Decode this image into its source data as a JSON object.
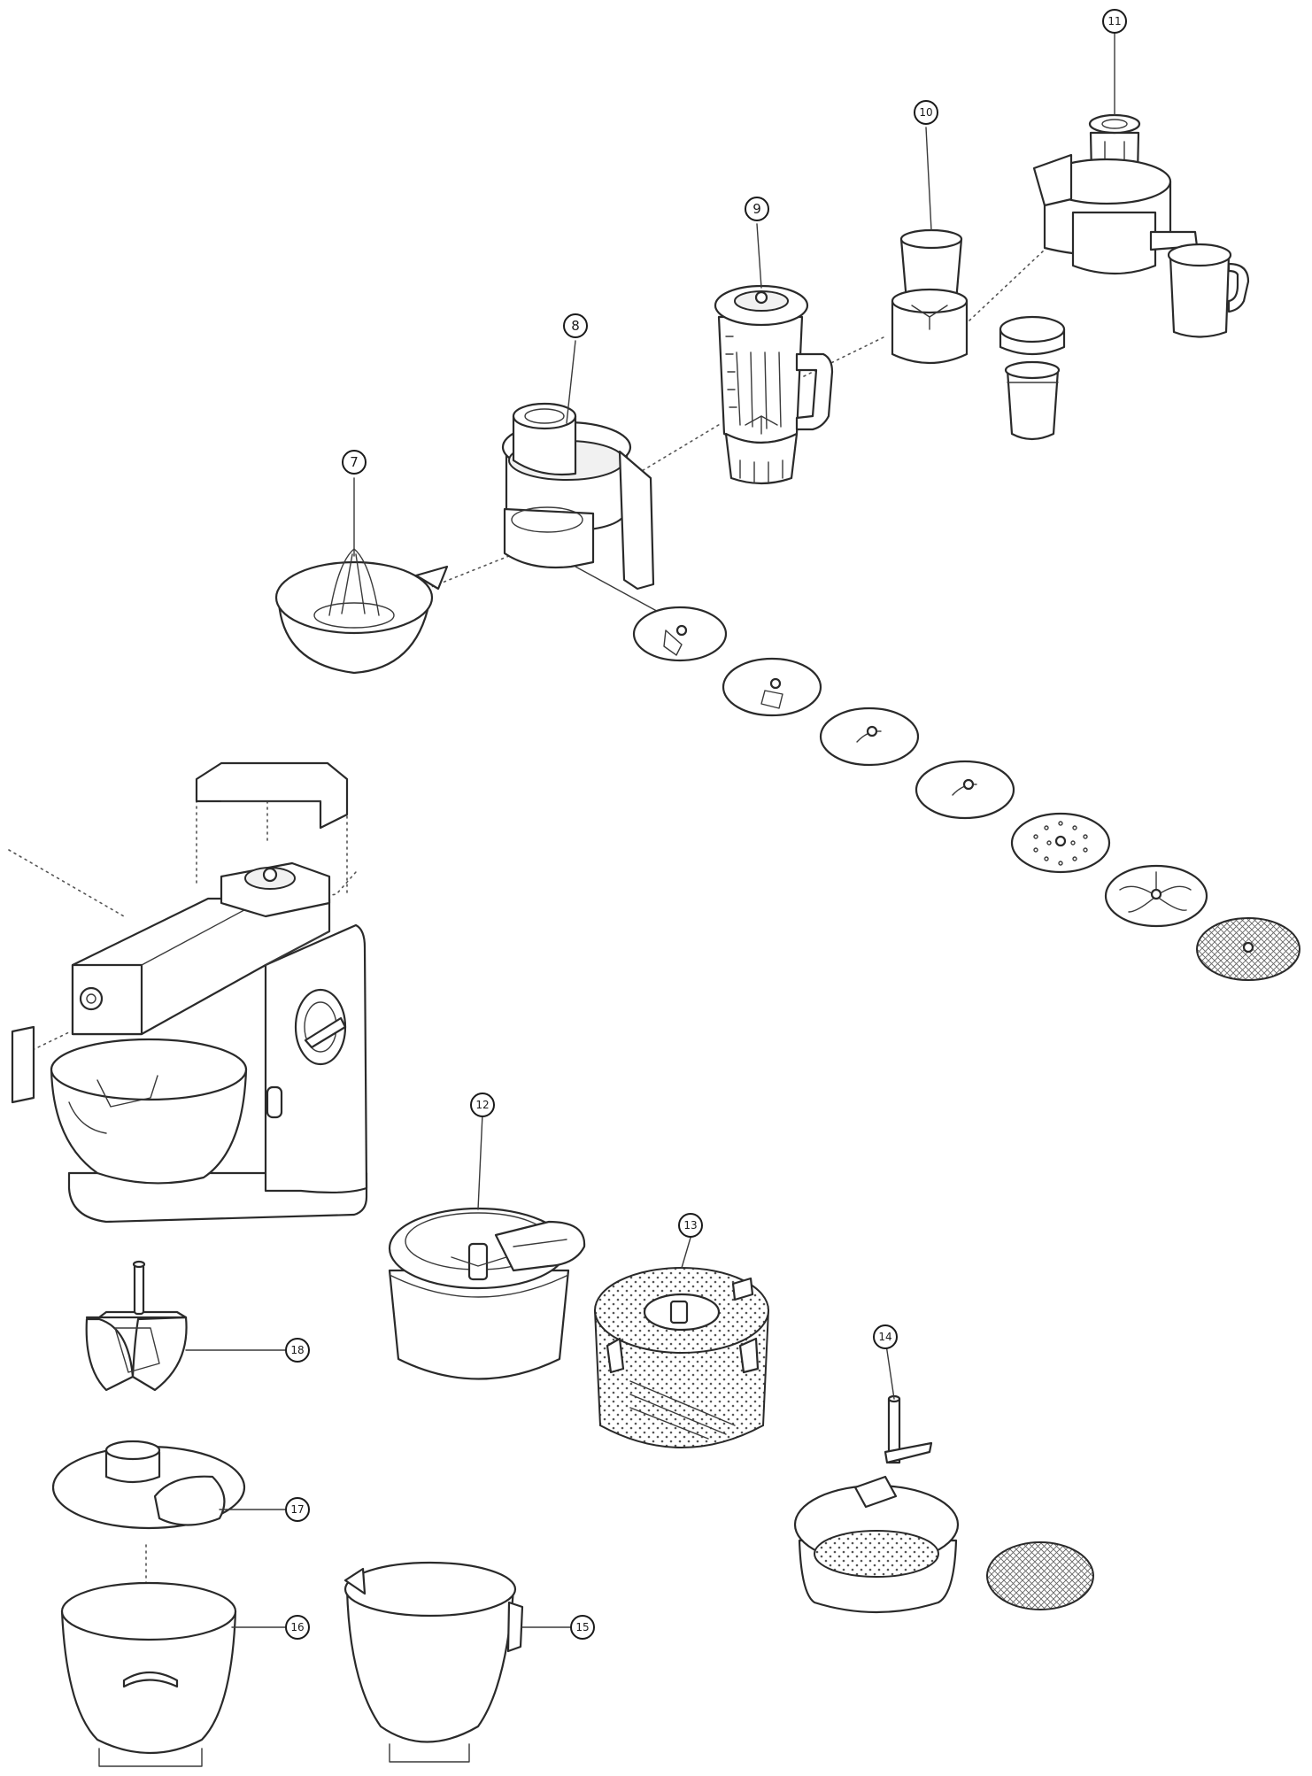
{
  "callouts": [
    {
      "id": "7",
      "label": "7"
    },
    {
      "id": "8",
      "label": "8"
    },
    {
      "id": "9",
      "label": "9"
    },
    {
      "id": "10",
      "label": "10"
    },
    {
      "id": "11",
      "label": "11"
    },
    {
      "id": "12",
      "label": "12"
    },
    {
      "id": "13",
      "label": "13"
    },
    {
      "id": "14",
      "label": "14"
    },
    {
      "id": "15",
      "label": "15"
    },
    {
      "id": "16",
      "label": "16"
    },
    {
      "id": "17",
      "label": "17"
    },
    {
      "id": "18",
      "label": "18"
    }
  ],
  "colors": {
    "line": "#2a2a2a",
    "fill": "#ffffff",
    "shade": "#f1f1f1"
  }
}
